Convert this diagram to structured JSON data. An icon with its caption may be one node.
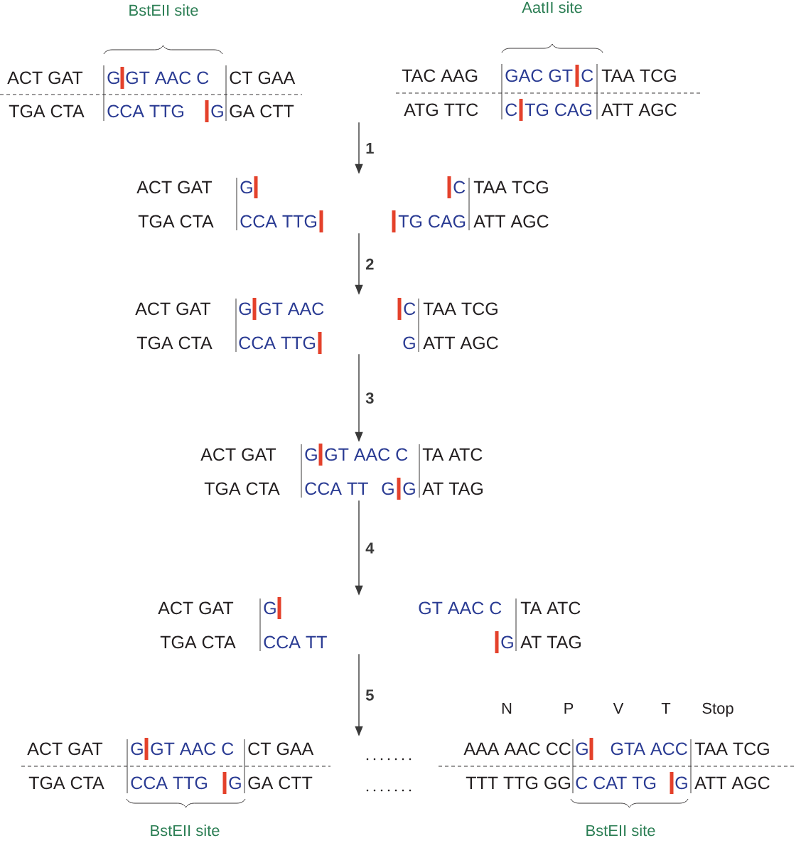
{
  "diagram": {
    "nodes": [
      {
        "text": [
          "ACT GAT",
          "G",
          "GT AAC C",
          "CT GAA",
          "TGA CTA",
          "CCA TTG",
          "G",
          "GA CTT",
          "TAC AAG",
          "GAC GT",
          "C",
          "TAA TCG",
          "ATG TTC",
          "C",
          "TG CAG",
          "ATT AGC"
        ]
      },
      {
        "text": [
          "ACT GAT",
          "G",
          "TGA CTA",
          "CCA TTG",
          "C",
          "TAA TCG",
          "TG CAG",
          "ATT AGC"
        ]
      },
      {
        "text": [
          "ACT GAT",
          "G",
          "GT AAC",
          "TGA CTA",
          "CCA TTG",
          "C",
          "TAA TCG",
          "G",
          "ATT AGC"
        ]
      },
      {
        "text": [
          "ACT GAT",
          "G",
          "GT AAC C",
          "TA ATC",
          "TGA CTA",
          "CCA TT",
          "G",
          "G",
          "AT TAG"
        ]
      },
      {
        "text": [
          "ACT GAT",
          "G",
          "TGA CTA",
          "CCA TT",
          "GT AAC C",
          "TA ATC",
          "G",
          "AT TAG"
        ]
      },
      {
        "text": [
          "ACT GAT",
          "G",
          "GT AAC C",
          "CT GAA",
          "TGA CTA",
          "CCA TTG",
          "G",
          "GA CTT",
          "AAA AAC CC",
          "G",
          "GTA ACC",
          "TAA TCG",
          "TTT TTG GG",
          "C CAT TG",
          "G",
          "ATT AGC"
        ]
      }
    ],
    "edges": [
      {
        "from": 0,
        "to": 1,
        "arrow": "to",
        "label": "1"
      },
      {
        "from": 1,
        "to": 2,
        "arrow": "to",
        "label": "2"
      },
      {
        "from": 2,
        "to": 3,
        "arrow": "to",
        "label": "3"
      },
      {
        "from": 3,
        "to": 4,
        "arrow": "to",
        "label": "4"
      },
      {
        "from": 4,
        "to": 5,
        "arrow": "to",
        "label": "5"
      }
    ],
    "labels": [
      "BstEII site",
      "AatII site",
      "N",
      "P",
      "V",
      "T",
      "Stop",
      "BstEII site",
      "BstEII site"
    ]
  }
}
